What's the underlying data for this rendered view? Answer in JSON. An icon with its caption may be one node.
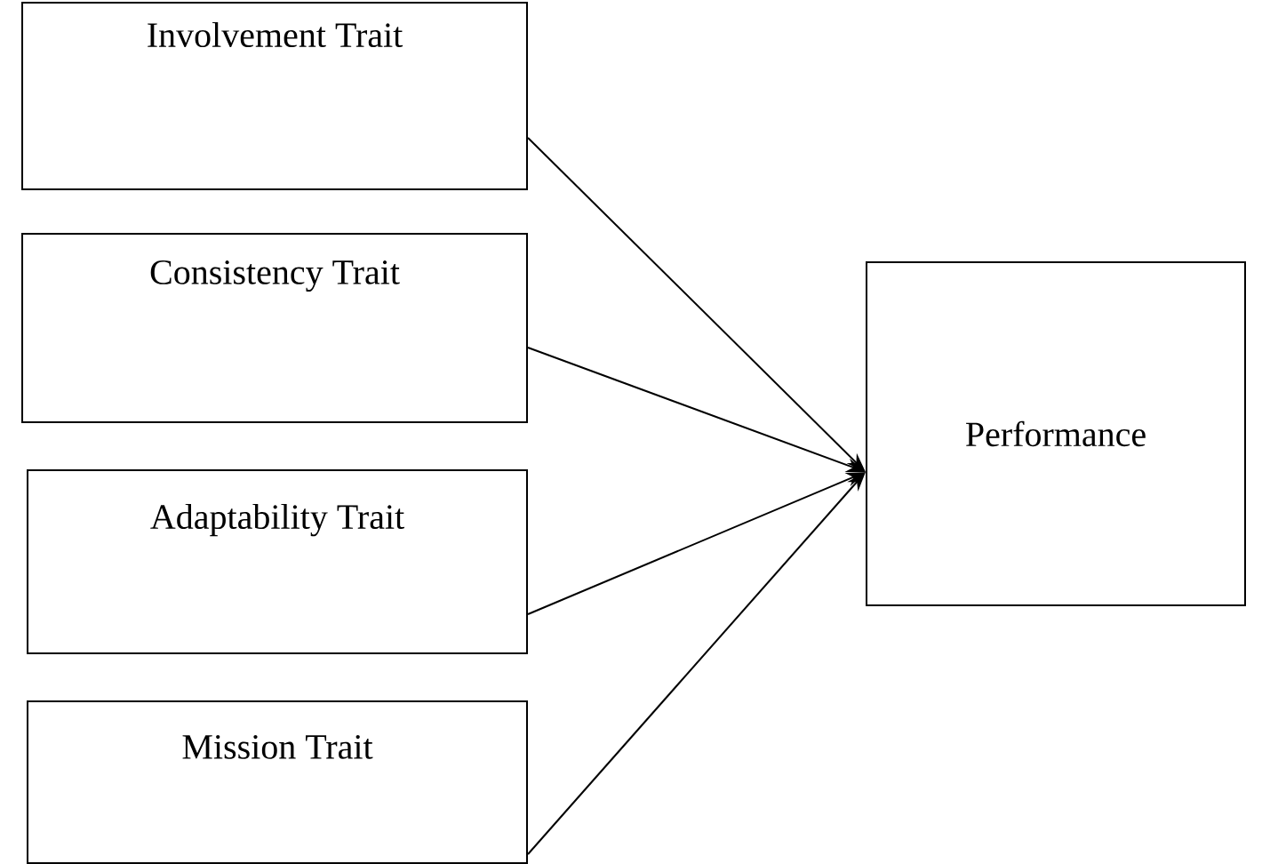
{
  "diagram": {
    "nodes": [
      {
        "text": [
          "Involvement Trait"
        ]
      },
      {
        "text": [
          "Consistency Trait"
        ]
      },
      {
        "text": [
          "Adaptability Trait"
        ]
      },
      {
        "text": [
          "Mission Trait"
        ]
      },
      {
        "text": [
          "Performance"
        ]
      }
    ],
    "edges": [
      {
        "from": 0,
        "to": 4,
        "arrow": "to"
      },
      {
        "from": 1,
        "to": 4,
        "arrow": "to"
      },
      {
        "from": 2,
        "to": 4,
        "arrow": "to"
      },
      {
        "from": 3,
        "to": 4,
        "arrow": "to"
      }
    ]
  }
}
